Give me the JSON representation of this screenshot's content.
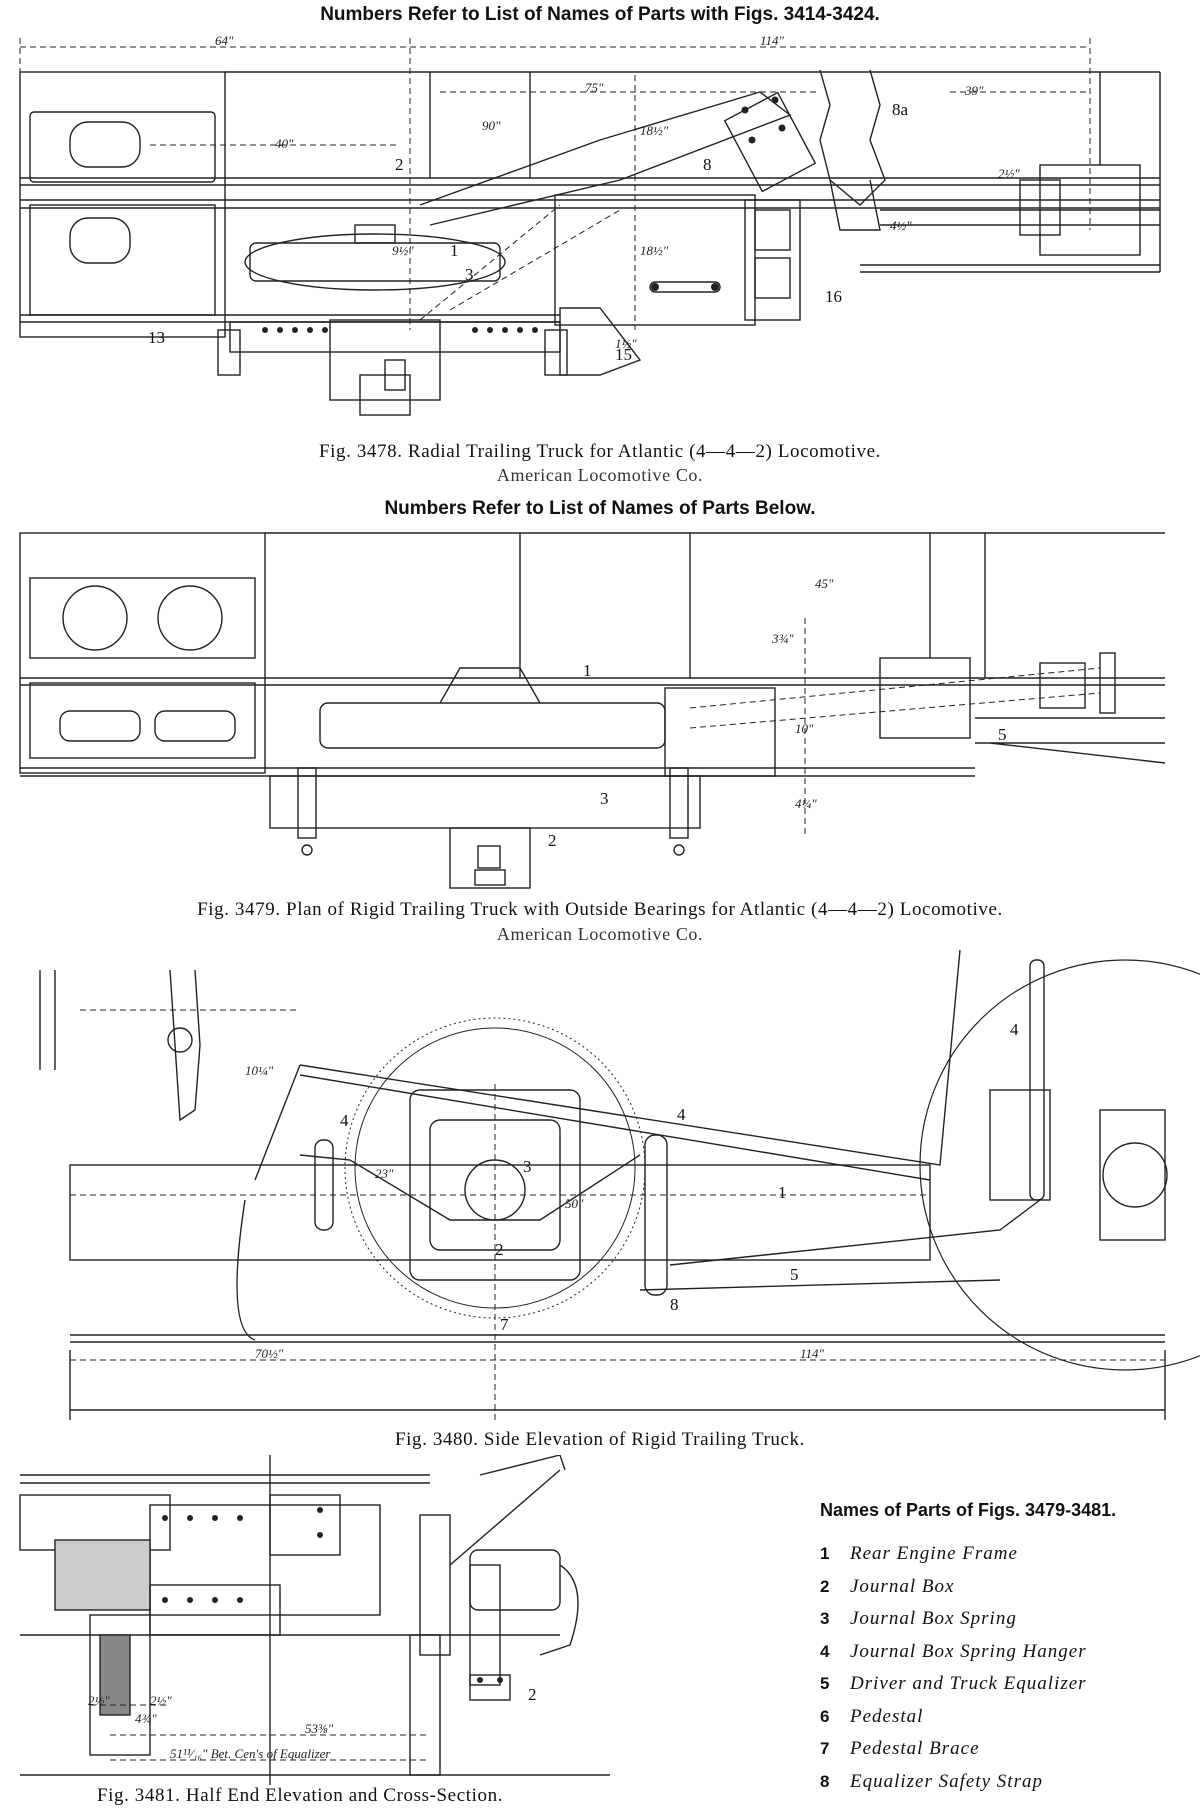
{
  "header_top": "Numbers Refer to List of Names of Parts with Figs. 3414-3424.",
  "fig3478": {
    "caption": "Fig. 3478.  Radial Trailing Truck for Atlantic (4—4—2) Locomotive.",
    "company": "American Locomotive Co.",
    "dims": [
      "64\"",
      "114\"",
      "75\"",
      "39\"",
      "40\"",
      "90\"",
      "18½\"",
      "18½\"",
      "9½\"",
      "2½\"",
      "4½\"",
      "1½\""
    ],
    "callouts": [
      "1",
      "2",
      "3",
      "8",
      "8a",
      "13",
      "15",
      "16"
    ]
  },
  "header_mid": "Numbers Refer to List of Names of Parts Below.",
  "fig3479": {
    "caption": "Fig. 3479.  Plan of Rigid Trailing Truck with Outside Bearings for Atlantic (4—4—2) Locomotive.",
    "company": "American Locomotive Co.",
    "dims": [
      "45\"",
      "3¾\"",
      "10\"",
      "4¼\""
    ],
    "callouts": [
      "1",
      "2",
      "3",
      "5"
    ]
  },
  "fig3480": {
    "caption": "Fig. 3480.  Side Elevation of Rigid Trailing Truck.",
    "dims": [
      "70½\"",
      "114\"",
      "23\"",
      "50\"",
      "10¼\""
    ],
    "callouts": [
      "1",
      "2",
      "3",
      "4",
      "4",
      "4",
      "5",
      "7",
      "8"
    ]
  },
  "fig3481": {
    "caption": "Fig. 3481.  Half End Elevation and Cross-Section.",
    "dims": [
      "2½\"",
      "2½\"",
      "4¾\"",
      "53⅜\"",
      "51¹¹⁄₁₆\" Bet. Cen's of Equalizer"
    ],
    "callouts": [
      "2"
    ]
  },
  "parts_list": {
    "title": "Names of Parts of Figs. 3479-3481.",
    "items": [
      {
        "n": "1",
        "name": "Rear Engine Frame"
      },
      {
        "n": "2",
        "name": "Journal Box"
      },
      {
        "n": "3",
        "name": "Journal Box Spring"
      },
      {
        "n": "4",
        "name": "Journal Box Spring Hanger"
      },
      {
        "n": "5",
        "name": "Driver and Truck Equalizer"
      },
      {
        "n": "6",
        "name": "Pedestal"
      },
      {
        "n": "7",
        "name": "Pedestal Brace"
      },
      {
        "n": "8",
        "name": "Equalizer Safety Strap"
      }
    ]
  }
}
